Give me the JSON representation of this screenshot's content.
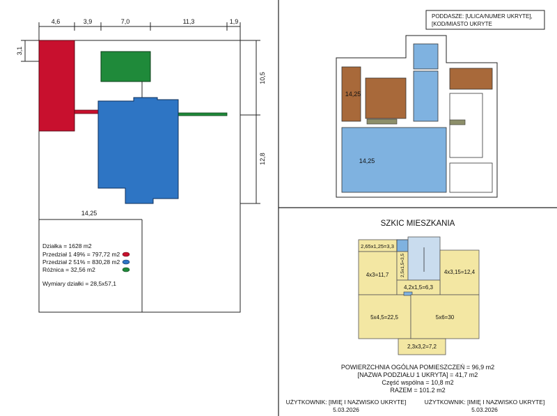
{
  "colors": {
    "red": "#c8102e",
    "green": "#1f8a3a",
    "blue": "#2e75c4",
    "light_blue": "#7fb2e0",
    "brown": "#a8693a",
    "olive": "#8d8f6a",
    "yellow": "#f3e7a3",
    "pale_blue": "#c9dcee"
  },
  "plot": {
    "top_dims": [
      "4,6",
      "3,9",
      "7,0",
      "11,3",
      "1,9"
    ],
    "left_dim": "3,1",
    "right_dims": [
      "10,5",
      "12,8"
    ],
    "inner_dim": "14,25",
    "legend": {
      "area": "Działka = 1628 m2",
      "part1": "Przedział 1 49% = 797,72 m2",
      "part2": "Przedział 2 51% = 830,28 m2",
      "diff": "Różnica = 32,56 m2",
      "dims": "Wymiary działki = 28,5x57,1"
    }
  },
  "attic": {
    "caption_line1": "PODDASZE: [ULICA/NUMER UKRYTE],",
    "caption_line2": "[KOD/MIASTO UKRYTE",
    "room_label_1": "14,25",
    "room_label_2": "14,25"
  },
  "sketch": {
    "title": "SZKIC MIESZKANIA",
    "rooms": {
      "r1": "2,65x1,25=3,3",
      "r2": "2,5x1,5=3,5",
      "r3": "4x3=11,7",
      "r4": "4x3,15=12,4",
      "r5": "4,2x1,5=6,3",
      "r6": "5x4,5=22,5",
      "r7": "5x6=30",
      "r8": "2,3x3,2=7,2"
    },
    "summary": {
      "line1": "POWIERZCHNIA OGÓLNA POMIESZCZEŃ = 96,9 m2",
      "line2": "[NAZWA PODZIAŁU 1 UKRYTA] = 41,7 m2",
      "line3": "Część wspólna = 10,8 m2",
      "line4": "RAZEM = 101.2 m2"
    }
  },
  "footer": {
    "user1": "UŻYTKOWNIK: [IMIĘ I NAZWISKO UKRYTE]",
    "date1": "5.03.2026",
    "user2": "UŻYTKOWNIK: [IMIĘ I NAZWISKO UKRYTE]",
    "date2": "5.03.2026"
  }
}
